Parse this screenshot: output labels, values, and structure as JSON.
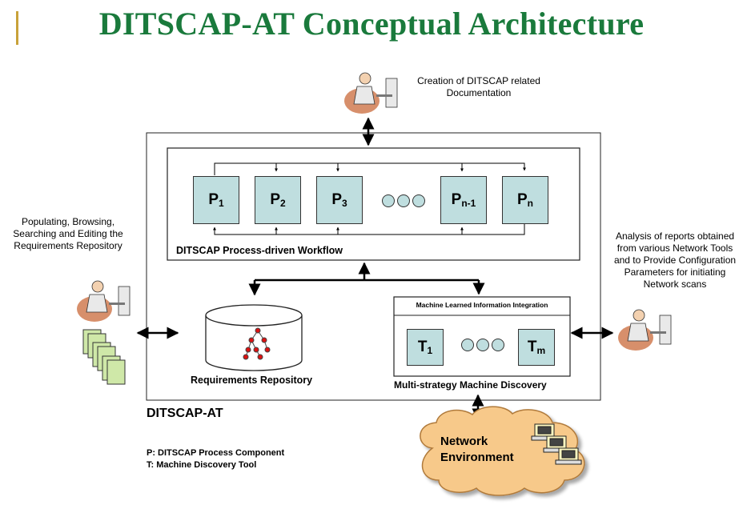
{
  "title": "DITSCAP-AT Conceptual Architecture",
  "captions": {
    "top_person": "Creation of DITSCAP related Documentation",
    "left_person": "Populating, Browsing, Searching and Editing the Requirements Repository",
    "right_person": "Analysis of reports obtained from various Network Tools and to Provide Configuration Parameters for initiating Network scans"
  },
  "workflow": {
    "label": "DITSCAP Process-driven Workflow",
    "processes": [
      {
        "letter": "P",
        "sub": "1"
      },
      {
        "letter": "P",
        "sub": "2"
      },
      {
        "letter": "P",
        "sub": "3"
      },
      {
        "letter": "P",
        "sub": "n-1"
      },
      {
        "letter": "P",
        "sub": "n"
      }
    ]
  },
  "repository": {
    "label": "Requirements Repository"
  },
  "machine_discovery": {
    "header": "Machine Learned Information Integration",
    "label": "Multi-strategy Machine Discovery",
    "tools": [
      {
        "letter": "T",
        "sub": "1"
      },
      {
        "letter": "T",
        "sub": "m"
      }
    ]
  },
  "system_label": "DITSCAP-AT",
  "network": {
    "line1": "Network",
    "line2": "Environment"
  },
  "legend": {
    "p": "P: DITSCAP Process Component",
    "t": "T: Machine Discovery Tool"
  }
}
